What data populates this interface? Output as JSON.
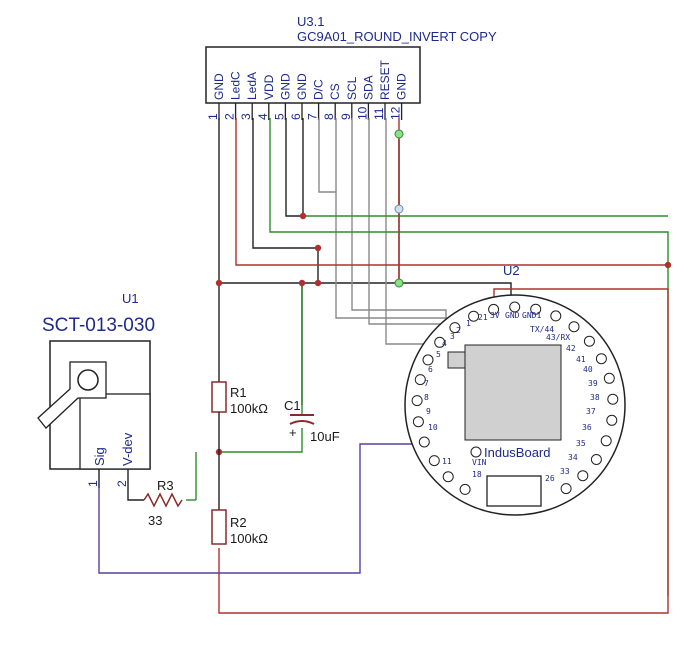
{
  "display": {
    "ref": "U3.1",
    "part": "GC9A01_ROUND_INVERT COPY",
    "pins": [
      {
        "num": "1",
        "name": "GND"
      },
      {
        "num": "2",
        "name": "LedC"
      },
      {
        "num": "3",
        "name": "LedA"
      },
      {
        "num": "4",
        "name": "VDD"
      },
      {
        "num": "5",
        "name": "GND"
      },
      {
        "num": "6",
        "name": "GND"
      },
      {
        "num": "7",
        "name": "D/C"
      },
      {
        "num": "8",
        "name": "CS"
      },
      {
        "num": "9",
        "name": "SCL"
      },
      {
        "num": "10",
        "name": "SDA"
      },
      {
        "num": "11",
        "name": "RESET"
      },
      {
        "num": "12",
        "name": "GND"
      }
    ]
  },
  "sensor": {
    "ref": "U1",
    "part": "SCT-013-030",
    "pin1_num": "1",
    "pin1_name": "Sig",
    "pin2_num": "2",
    "pin2_name": "V-dev"
  },
  "resistors": {
    "r1": {
      "ref": "R1",
      "value": "100kΩ"
    },
    "r2": {
      "ref": "R2",
      "value": "100kΩ"
    },
    "r3": {
      "ref": "R3",
      "value": "33"
    }
  },
  "capacitor": {
    "ref": "C1",
    "value": "10uF",
    "polarity": "+"
  },
  "board": {
    "ref": "U2",
    "name": "IndusBoard",
    "pins": {
      "top": [
        "3V",
        "GND",
        "GND1"
      ],
      "left": [
        "21",
        "1",
        "2",
        "3",
        "4",
        "5",
        "6",
        "7",
        "8",
        "9",
        "10",
        "11"
      ],
      "right": [
        "TX/44",
        "43/RX",
        "42",
        "41",
        "40",
        "39",
        "38",
        "37",
        "36",
        "35",
        "34",
        "33"
      ],
      "bottom": [
        "VIN",
        "18",
        "26"
      ]
    }
  },
  "colors": {
    "black_wire": "#222222",
    "green_wire": "#2e8b2e",
    "red_wire": "#b03030",
    "purple_wire": "#5a3fa0",
    "label_blue": "#1d2a8c"
  }
}
